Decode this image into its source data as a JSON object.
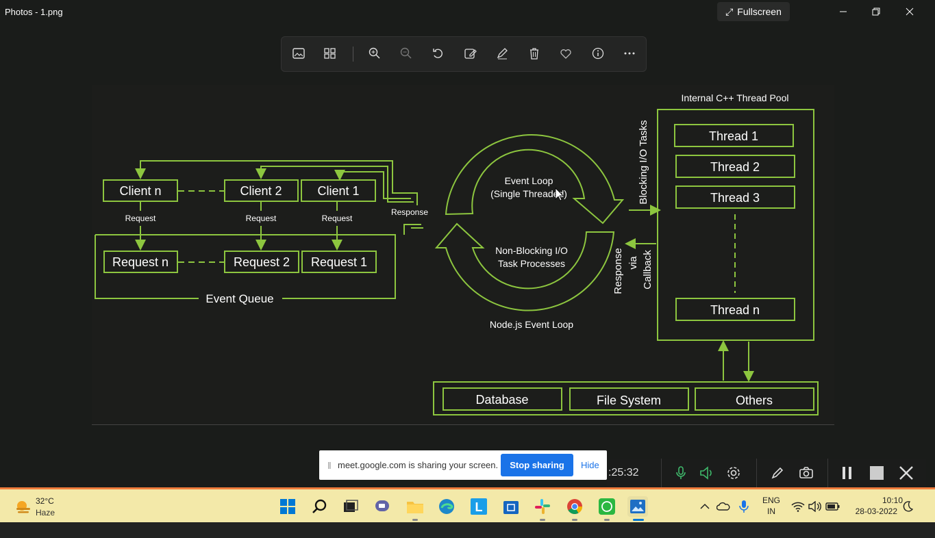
{
  "window": {
    "title": "Photos - 1.png",
    "fullscreen_label": "Fullscreen"
  },
  "toolbar": {
    "icons": [
      "image-icon",
      "collections-icon",
      "zoom-in-icon",
      "zoom-out-icon",
      "rotate-icon",
      "edit-image-icon",
      "draw-icon",
      "delete-icon",
      "favorite-icon",
      "info-icon",
      "more-icon"
    ]
  },
  "diagram": {
    "clients": [
      "Client n",
      "Client 2",
      "Client 1"
    ],
    "requests": [
      "Request n",
      "Request 2",
      "Request 1"
    ],
    "request_label": "Request",
    "response_label": "Response",
    "event_queue_label": "Event Queue",
    "event_loop_line1": "Event Loop",
    "event_loop_line2": "(Single Threaded)",
    "non_blocking_line1": "Non-Blocking I/O",
    "non_blocking_line2": "Task Processes",
    "node_label": "Node.js Event Loop",
    "blocking_label": "Blocking I/O Tasks",
    "callback_line1": "Response",
    "callback_line2": "via",
    "callback_line3": "Callback",
    "thread_pool_label": "Internal C++ Thread Pool",
    "threads": [
      "Thread 1",
      "Thread 2",
      "Thread 3",
      "Thread n"
    ],
    "resources": [
      "Database",
      "File System",
      "Others"
    ],
    "colors": {
      "accent": "#8dc63f",
      "background": "#1c1d1b"
    }
  },
  "share": {
    "text": "meet.google.com is sharing your screen.",
    "stop_label": "Stop sharing",
    "hide_label": "Hide"
  },
  "recorder": {
    "time": ":25:32"
  },
  "taskbar": {
    "temperature": "32°C",
    "weather": "Haze",
    "lang_line1": "ENG",
    "lang_line2": "IN",
    "time": "10:10",
    "date": "28-03-2022"
  }
}
